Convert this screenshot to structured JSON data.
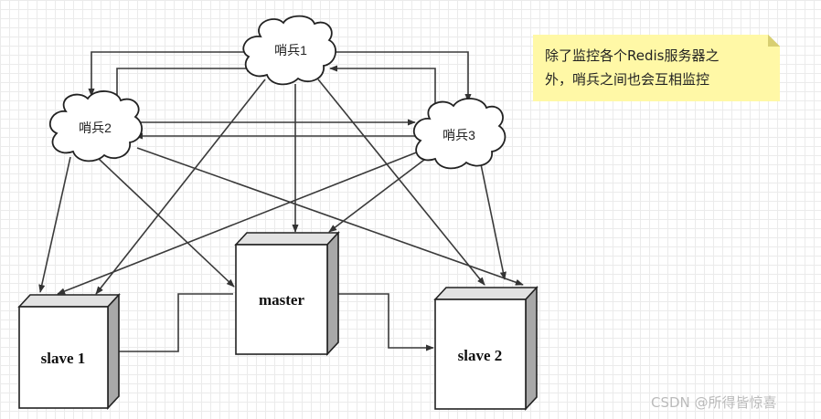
{
  "nodes": {
    "sentinel1": "哨兵1",
    "sentinel2": "哨兵2",
    "sentinel3": "哨兵3",
    "master": "master",
    "slave1": "slave 1",
    "slave2": "slave 2"
  },
  "note": {
    "line1": "除了监控各个Redis服务器之",
    "line2": "外，哨兵之间也会互相监控"
  },
  "watermark": "CSDN @所得皆惊喜"
}
